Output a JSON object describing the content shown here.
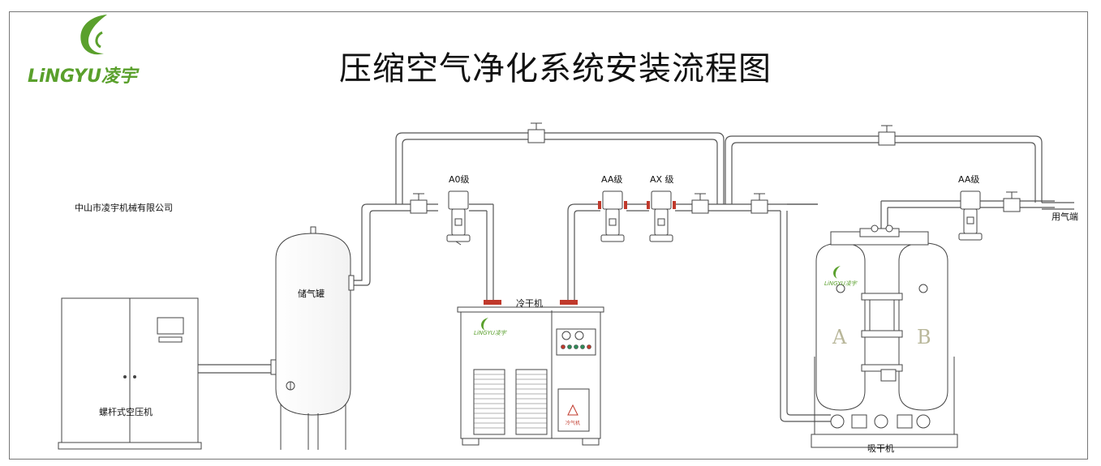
{
  "header": {
    "logo_text": "LiNGYU凌宇",
    "title": "压缩空气净化系统安装流程图"
  },
  "company": "中山市凌宇机械有限公司",
  "equipment": {
    "compressor": "螺杆式空压机",
    "tank": "储气罐",
    "refrigerated_dryer": "冷干机",
    "adsorption_dryer": "吸干机",
    "outlet": "用气端"
  },
  "filters": {
    "f1": "A0级",
    "f2": "AA级",
    "f3": "AX 级",
    "f4": "AA级"
  },
  "dryer_towers": {
    "left": "A",
    "right": "B"
  },
  "small_logos": {
    "dryer": "LiNGYU凌宇",
    "adsorber": "LiNGYU凌宇"
  },
  "warning_label": "冷气机",
  "colors": {
    "brand": "#5aa02c",
    "line": "#555555",
    "valve_red": "#c0392b"
  }
}
